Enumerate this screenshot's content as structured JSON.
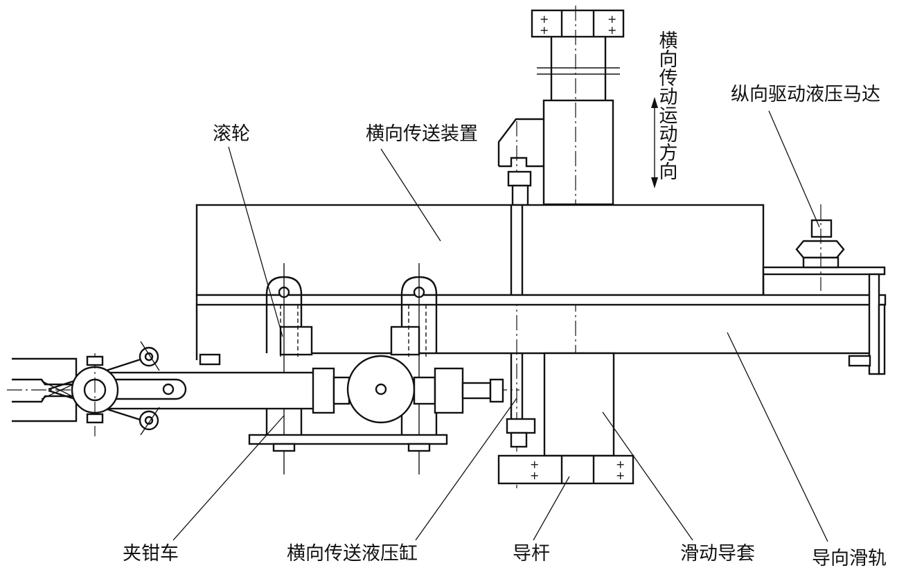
{
  "labels": {
    "roller": "滚轮",
    "transverse_device": "横向传送装置",
    "transverse_direction": "横向传动运动方向",
    "longitudinal_motor": "纵向驱动液压马达",
    "clamp_car": "夹钳车",
    "transverse_cylinder": "横向传送液压缸",
    "guide_rod": "导杆",
    "sliding_sleeve": "滑动导套",
    "guide_rail": "导向滑轨"
  }
}
